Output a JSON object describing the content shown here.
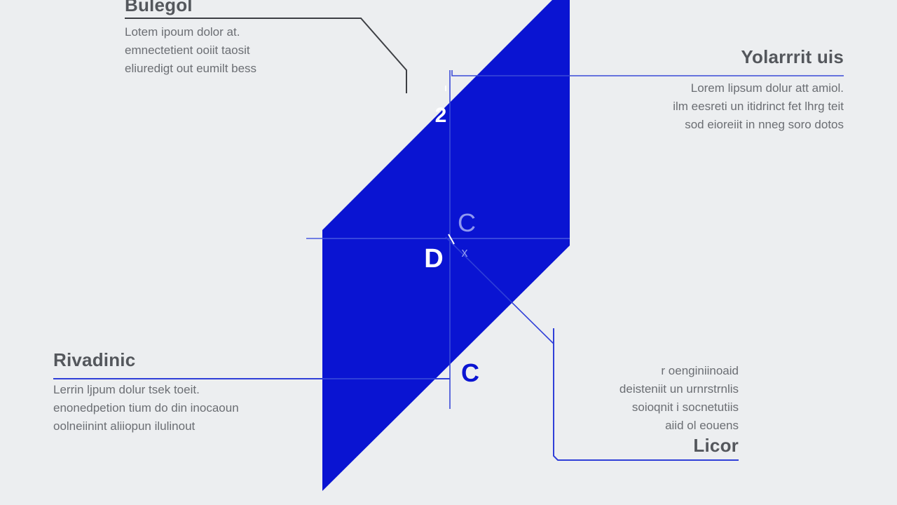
{
  "colors": {
    "background": "#eceef0",
    "shape": "#0a14d2",
    "accent_line": "#2f3fd8",
    "leader_dark": "#3d3f44",
    "text": "#6b6e73",
    "heading": "#54575c"
  },
  "callouts": {
    "top_left": {
      "title": "Bulegol",
      "body": "Lotem ipoum dolor at.\nemnectetient ooiit taosit\neliuredigt out eumilt bess"
    },
    "top_right": {
      "title": "Yolarrrit uis",
      "body": "Lorem lipsum dolur att amiol.\nilm eesreti un itidrinct fet lhrg teit\nsod eioreiit in nneg soro dotos"
    },
    "bottom_left": {
      "title": "Rivadinic",
      "body": "Lerrin ljpum dolur tsek toeit.\nenonedpetion tium do din inocaoun\noolneiinint aliiopun ilulinout"
    },
    "bottom_right": {
      "title": "Licor",
      "body": "r oenginiinoaid\ndeisteniit un urnrstrnlis\nsoioqnit i socnetutiis\naiid ol eouens"
    }
  },
  "point_labels": {
    "top": "2",
    "c_upper": "C",
    "d": "D",
    "x": "x",
    "c_lower": "C"
  }
}
